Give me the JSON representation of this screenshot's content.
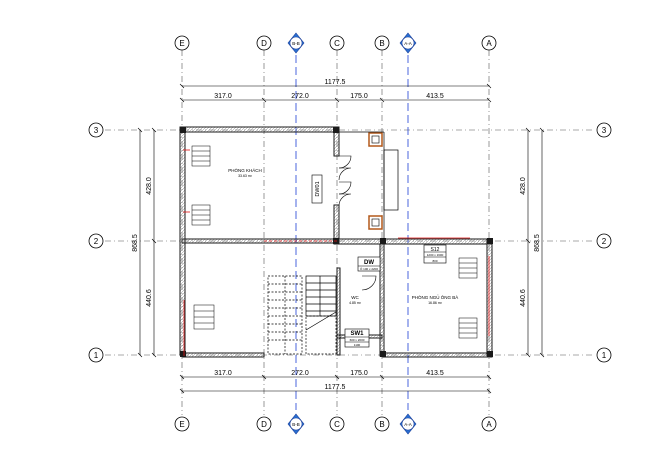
{
  "grid": {
    "columns": [
      "E",
      "D",
      "C",
      "B",
      "A"
    ],
    "rows": [
      "3",
      "2",
      "1"
    ]
  },
  "section_markers": {
    "top": [
      "B-B",
      "A-A"
    ],
    "bottom": [
      "B-B",
      "A-A"
    ]
  },
  "dimensions": {
    "top_total": "1177.5",
    "top_segments": [
      "317.0",
      "272.0",
      "175.0",
      "413.5"
    ],
    "bottom_total": "1177.5",
    "bottom_segments": [
      "317.0",
      "272.0",
      "175.0",
      "413.5"
    ],
    "left_total": "868.5",
    "left_segments": [
      "428.0",
      "440.6"
    ],
    "right_total": "868.5",
    "right_segments": [
      "428.0",
      "440.6"
    ]
  },
  "rooms": {
    "living": {
      "name": "PHÒNG KHÁCH",
      "area": "33.63 m²"
    },
    "bedroom": {
      "name": "PHÒNG NGỦ ÔNG BÀ",
      "area": "16.86 m²"
    },
    "wc": {
      "name": "WC",
      "area": "4.85 m²"
    }
  },
  "tags": {
    "dw": {
      "code": "DW",
      "sub": "Ô 100 x 2200"
    },
    "dw01": {
      "code": "DW01"
    },
    "sw1": {
      "code": "SW1",
      "sub1": "600 x 2000",
      "sub2": "1100"
    },
    "s12": {
      "code": "S12",
      "sub1": "1200 x 1600",
      "sub2": "800"
    }
  },
  "colors": {
    "wall": "#1a1a1a",
    "grid_line": "#555555",
    "section_line": "#1f3fd6",
    "section_marker": "#2a6fd1",
    "column_brown": "#b4581a",
    "red_line": "#e01010"
  }
}
